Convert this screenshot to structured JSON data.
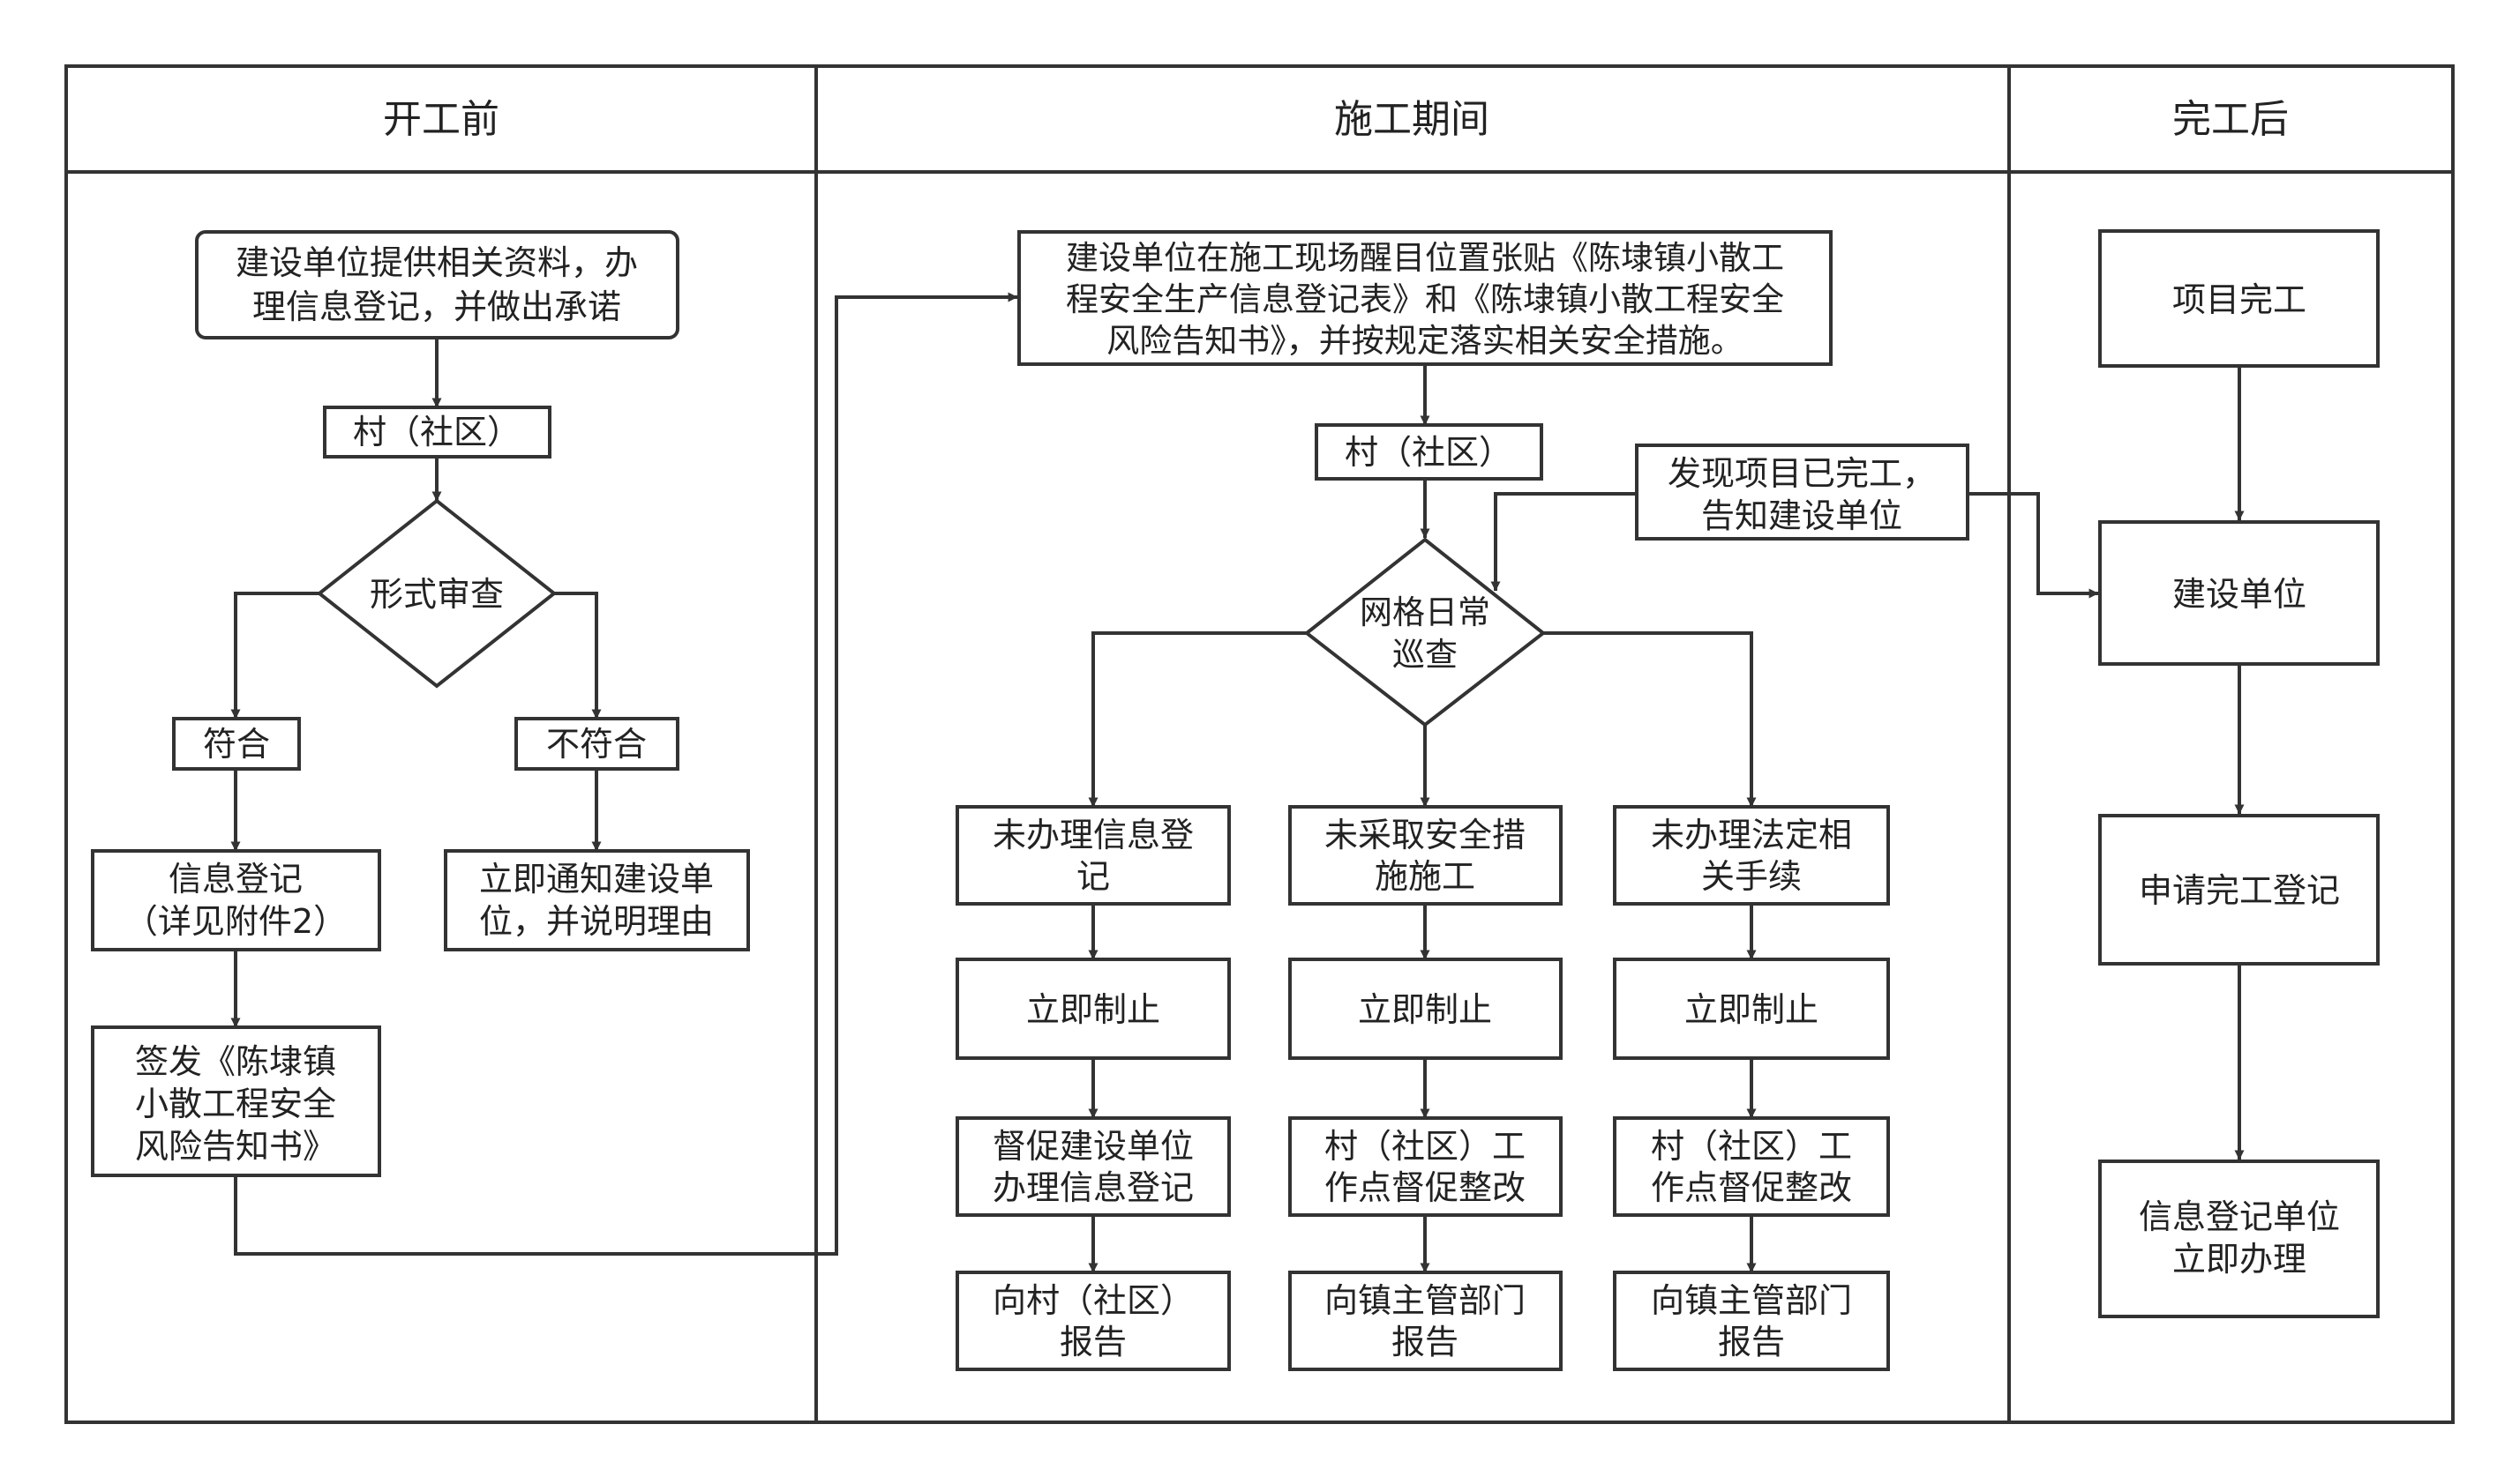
{
  "lanes": [
    {
      "title": "开工前"
    },
    {
      "title": "施工期间"
    },
    {
      "title": "完工后"
    }
  ],
  "pre": {
    "provide": [
      "建设单位提供相关资料，办",
      "理信息登记，并做出承诺"
    ],
    "village": [
      "村（社区）"
    ],
    "check": [
      "形式审查"
    ],
    "ok": [
      "符合"
    ],
    "notok": [
      "不符合"
    ],
    "register": [
      "信息登记",
      "（详见附件2）"
    ],
    "notify": [
      "立即通知建设单",
      "位，并说明理由"
    ],
    "issue": [
      "签发《陈埭镇",
      "小散工程安全",
      "风险告知书》"
    ]
  },
  "during": {
    "post": [
      "建设单位在施工现场醒目位置张贴《陈埭镇小散工",
      "程安全生产信息登记表》和《陈埭镇小散工程安全",
      "风险告知书》，并按规定落实相关安全措施。"
    ],
    "village": [
      "村（社区）"
    ],
    "found": [
      "发现项目已完工，",
      "告知建设单位"
    ],
    "patrol": [
      "网格日常",
      "巡查"
    ],
    "col1": [
      [
        "未办理信息登",
        "记"
      ],
      [
        "立即制止"
      ],
      [
        "督促建设单位",
        "办理信息登记"
      ],
      [
        "向村（社区）",
        "报告"
      ]
    ],
    "col2": [
      [
        "未采取安全措",
        "施施工"
      ],
      [
        "立即制止"
      ],
      [
        "村（社区）工",
        "作点督促整改"
      ],
      [
        "向镇主管部门",
        "报告"
      ]
    ],
    "col3": [
      [
        "未办理法定相",
        "关手续"
      ],
      [
        "立即制止"
      ],
      [
        "村（社区）工",
        "作点督促整改"
      ],
      [
        "向镇主管部门",
        "报告"
      ]
    ]
  },
  "post": {
    "done": [
      "项目完工"
    ],
    "builder": [
      "建设单位"
    ],
    "apply": [
      "申请完工登记"
    ],
    "handle": [
      "信息登记单位",
      "立即办理"
    ]
  }
}
